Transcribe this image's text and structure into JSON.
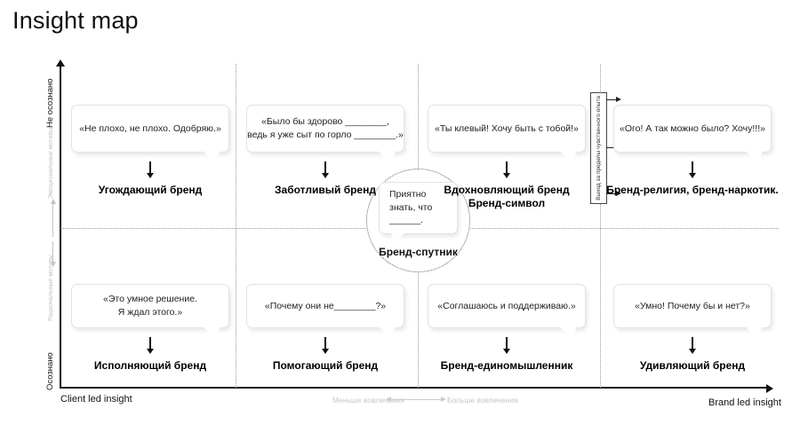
{
  "title": "Insight map",
  "axis": {
    "y_top": "Не осознано",
    "y_bottom": "Осознано",
    "y_sub_top": "Эмоциональные мотивы",
    "y_sub_bottom": "Рациональные мотивы",
    "x_left": "Client led insight",
    "x_right": "Brand led insight",
    "x_sub_left": "Меньше вовлечения",
    "x_sub_right": "Больше вовлечения"
  },
  "right_box_label": "Выход за пределы чувственного опыта",
  "center_circle": {
    "quote_lines": [
      "Приятно",
      "знать, что",
      "______."
    ],
    "brand": "Бренд-спутник"
  },
  "cells": [
    {
      "quote_lines": [
        "«Не плохо, не плохо. Одобряю.»"
      ],
      "brand_lines": [
        "Угождающий бренд"
      ]
    },
    {
      "quote_lines": [
        "«Было бы здорово ________,",
        "ведь я уже сыт по горло ________.»"
      ],
      "brand_lines": [
        "Заботливый бренд"
      ]
    },
    {
      "quote_lines": [
        "«Ты клевый! Хочу быть с тобой!»"
      ],
      "brand_lines": [
        "Вдохновляющий бренд",
        "Бренд-символ"
      ]
    },
    {
      "quote_lines": [
        "«Ого! А так можно было? Хочу!!!»"
      ],
      "brand_lines": [
        "Бренд-религия, бренд-наркотик."
      ]
    },
    {
      "quote_lines": [
        "«Это умное решение.",
        "Я ждал этого.»"
      ],
      "brand_lines": [
        "Исполняющий бренд"
      ]
    },
    {
      "quote_lines": [
        "«Почему они не________?»"
      ],
      "brand_lines": [
        "Помогающий бренд"
      ]
    },
    {
      "quote_lines": [
        "«Соглашаюсь и поддерживаю.»"
      ],
      "brand_lines": [
        "Бренд-единомышленник"
      ]
    },
    {
      "quote_lines": [
        "«Умно! Почему бы и нет?»"
      ],
      "brand_lines": [
        "Удивляющий бренд"
      ]
    }
  ],
  "colors": {
    "text": "#111111",
    "muted_gray": "#c3c3c3",
    "dotted_line": "#999999",
    "bubble_border": "#e3e3e3"
  }
}
